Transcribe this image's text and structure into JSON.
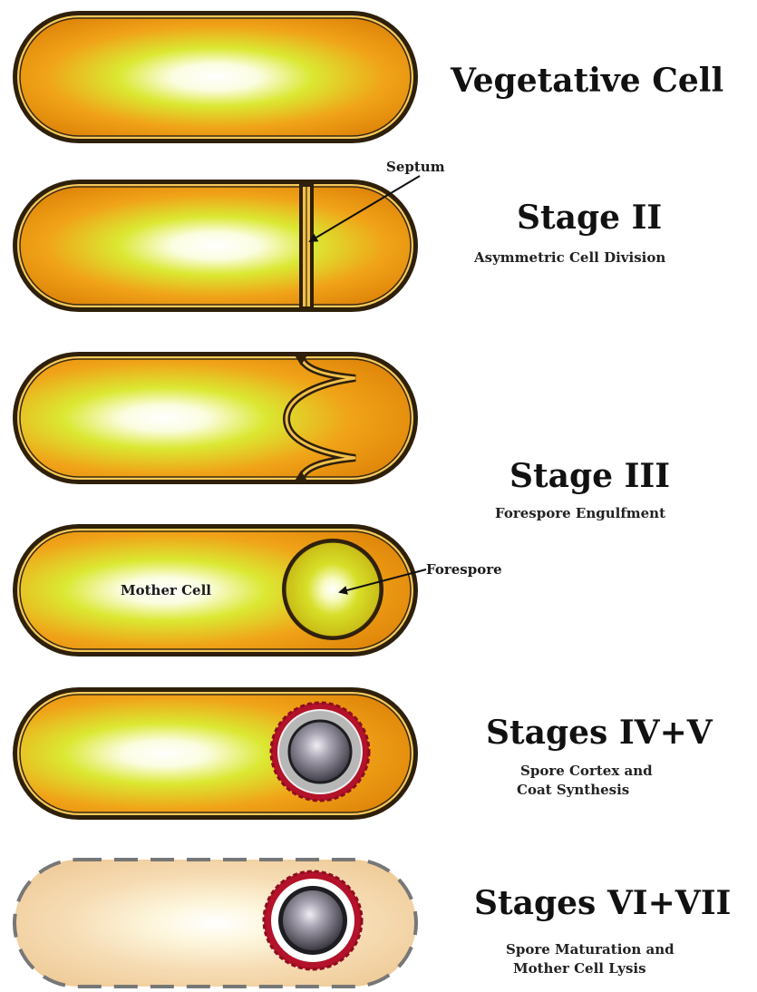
{
  "stages": [
    {
      "title": "Vegetative Cell",
      "subtitle_lines": []
    },
    {
      "title": "Stage II",
      "subtitle_lines": [
        "Asymmetric Cell Division"
      ]
    },
    {
      "title": "Stage III",
      "subtitle_lines": [
        "Forespore Engulfment"
      ]
    },
    {
      "title": "Stages IV+V",
      "subtitle_lines": [
        "Spore Cortex and",
        "Coat Synthesis"
      ]
    },
    {
      "title": "Stages VI+VII",
      "subtitle_lines": [
        "Spore Maturation and",
        "Mother Cell Lysis"
      ]
    }
  ],
  "callouts": {
    "septum": "Septum",
    "forespore": "Forespore",
    "mother_cell": "Mother Cell"
  },
  "colors": {
    "cell_core": "#fffff0",
    "cell_mid": "#ccdd22",
    "cell_edge": "#e8920f",
    "lysed_edge": "#f2d2a8",
    "spore_coat": "#b3122a",
    "spore_cortex_gray": "#bdbdbd",
    "outline": "#3a2a10"
  }
}
